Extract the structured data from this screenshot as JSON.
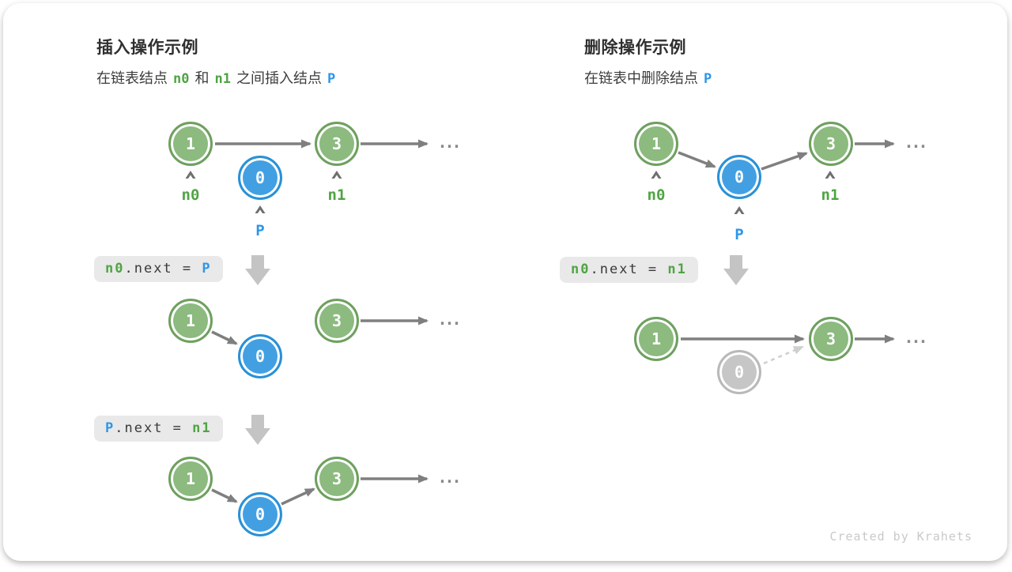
{
  "insert_section": {
    "title": "插入操作示例",
    "subtitle": {
      "text1": "在链表结点",
      "token_n0": "n0",
      "text2": "和",
      "token_n1": "n1",
      "text3": "之间插入结点",
      "token_p": "P"
    },
    "step1": {
      "node1": "1",
      "node0": "0",
      "node3": "3",
      "label_n0": "n0",
      "label_n1": "n1",
      "label_p": "P"
    },
    "code1": {
      "lhs": "n0",
      "mid": ".next = ",
      "rhs": "P"
    },
    "step2": {
      "node1": "1",
      "node0": "0",
      "node3": "3"
    },
    "code2": {
      "lhs": "P",
      "mid": ".next = ",
      "rhs": "n1"
    },
    "step3": {
      "node1": "1",
      "node0": "0",
      "node3": "3"
    }
  },
  "delete_section": {
    "title": "删除操作示例",
    "subtitle": {
      "text1": "在链表中删除结点",
      "token_p": "P"
    },
    "step1": {
      "node1": "1",
      "node0": "0",
      "node3": "3",
      "label_n0": "n0",
      "label_n1": "n1",
      "label_p": "P"
    },
    "code1": {
      "lhs": "n0",
      "mid": ".next = ",
      "rhs": "n1"
    },
    "step2": {
      "node1": "1",
      "node0": "0",
      "node3": "3"
    }
  },
  "ellipsis": "...",
  "footer": {
    "credit": "Created by Krahets"
  },
  "colors": {
    "green_fill": "#8cba7f",
    "green_border": "#6ea05f",
    "blue_fill": "#42a0e2",
    "blue_border": "#2891d7",
    "gray_fill": "#c6c6c6",
    "gray_border": "#b9b9b9",
    "code_green": "#4fa443",
    "code_blue": "#2e96e8",
    "code_bg": "#e9e9e9",
    "arrow_gray": "#7f7f7f",
    "block_arrow": "#c4c4c4",
    "dashed_arrow": "#cfcfcf"
  }
}
